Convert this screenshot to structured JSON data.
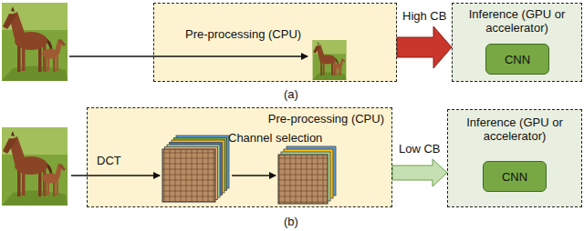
{
  "diagram": {
    "nodes": [
      {
        "text": [
          "Pre-processing (CPU)"
        ]
      },
      {
        "text": [
          "Inference (GPU or accelerator)"
        ]
      },
      {
        "text": [
          "CNN"
        ],
        "in": 1
      },
      {
        "text": [
          "Pre-processing (CPU)"
        ]
      },
      {
        "text": [
          "Inference (GPU or accelerator)"
        ]
      },
      {
        "text": [
          "CNN"
        ],
        "in": 4
      }
    ],
    "edges": [
      {
        "from": 0,
        "to": 1,
        "label": "High CB",
        "arrow": "to"
      },
      {
        "from": 3,
        "to": 4,
        "label": "Low CB",
        "arrow": "to"
      }
    ],
    "labels": [
      "DCT",
      "Channel selection",
      "(a)",
      "(b)"
    ]
  }
}
